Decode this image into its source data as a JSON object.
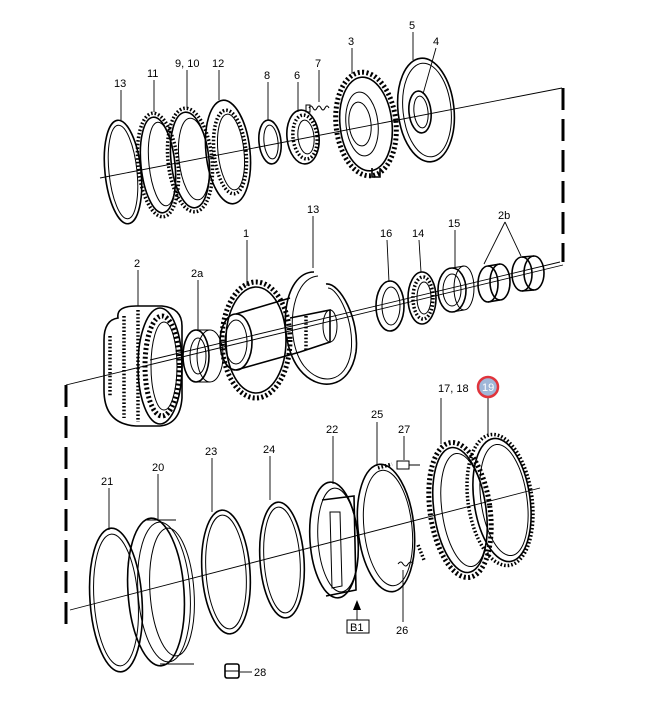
{
  "callouts": [
    {
      "id": "c13a",
      "text": "13"
    },
    {
      "id": "c11",
      "text": "11"
    },
    {
      "id": "c910",
      "text": "9, 10"
    },
    {
      "id": "c12",
      "text": "12"
    },
    {
      "id": "c8",
      "text": "8"
    },
    {
      "id": "c6",
      "text": "6"
    },
    {
      "id": "c7",
      "text": "7"
    },
    {
      "id": "c3",
      "text": "3"
    },
    {
      "id": "c5",
      "text": "5"
    },
    {
      "id": "c4",
      "text": "4"
    },
    {
      "id": "c13b",
      "text": "13"
    },
    {
      "id": "c1",
      "text": "1"
    },
    {
      "id": "c2",
      "text": "2"
    },
    {
      "id": "c2a",
      "text": "2a"
    },
    {
      "id": "c16",
      "text": "16"
    },
    {
      "id": "c14",
      "text": "14"
    },
    {
      "id": "c15",
      "text": "15"
    },
    {
      "id": "c2b",
      "text": "2b"
    },
    {
      "id": "c1718",
      "text": "17, 18"
    },
    {
      "id": "c19",
      "text": "19"
    },
    {
      "id": "c21",
      "text": "21"
    },
    {
      "id": "c20",
      "text": "20"
    },
    {
      "id": "c23",
      "text": "23"
    },
    {
      "id": "c24",
      "text": "24"
    },
    {
      "id": "c22",
      "text": "22"
    },
    {
      "id": "c25",
      "text": "25"
    },
    {
      "id": "c27",
      "text": "27"
    },
    {
      "id": "c26",
      "text": "26"
    },
    {
      "id": "c28",
      "text": "28"
    }
  ],
  "reference_box": {
    "text": "B1"
  },
  "highlight_color": "#e0343c",
  "highlight_fill": "#9fb7d8"
}
